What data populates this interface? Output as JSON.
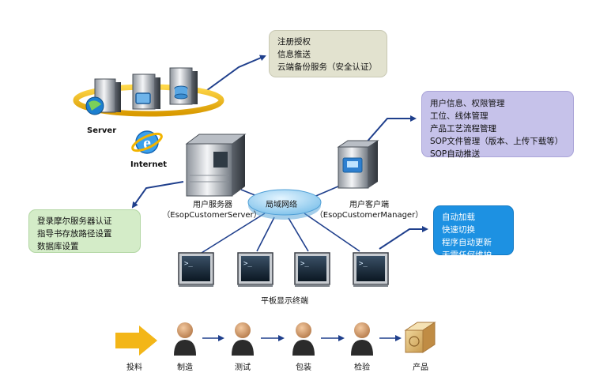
{
  "server_cluster": {
    "label": "Server"
  },
  "internet": {
    "label": "Internet"
  },
  "top_info_box": {
    "lines": [
      "注册授权",
      "信息推送",
      "云端备份服务（安全认证）"
    ]
  },
  "manager_info_box": {
    "lines": [
      "用户信息、权限管理",
      "工位、线体管理",
      "产品工艺流程管理",
      "SOP文件管理（版本、上传下载等）",
      "SOP自动推送"
    ]
  },
  "server_info_box": {
    "lines": [
      "登录摩尔服务器认证",
      "指导书存放路径设置",
      "数据库设置"
    ]
  },
  "tablet_info_box": {
    "lines": [
      "自动加载",
      "快速切换",
      "程序自动更新",
      "无需任何维护"
    ]
  },
  "customer_server": {
    "label": "用户服务器",
    "sublabel": "（EsopCustomerServer）"
  },
  "customer_client": {
    "label": "用户客户端",
    "sublabel": "（EsopCustomerManager）"
  },
  "lan": {
    "label": "局域网络"
  },
  "tablets": {
    "label": "平板显示终端",
    "prompt": ">_"
  },
  "process_flow": {
    "steps": [
      "投料",
      "制造",
      "测试",
      "包装",
      "检验",
      "产品"
    ]
  },
  "colors": {
    "arrow": "#1f3f8c",
    "ring": "#f0b400",
    "top_box": "#e2e2cf",
    "manager_box": "#c6c2ea",
    "server_box": "#d4ecc8",
    "tablet_box": "#1d91e2",
    "lan_ellipse": "#9dd2f2",
    "feed_arrow": "#f3b618"
  }
}
